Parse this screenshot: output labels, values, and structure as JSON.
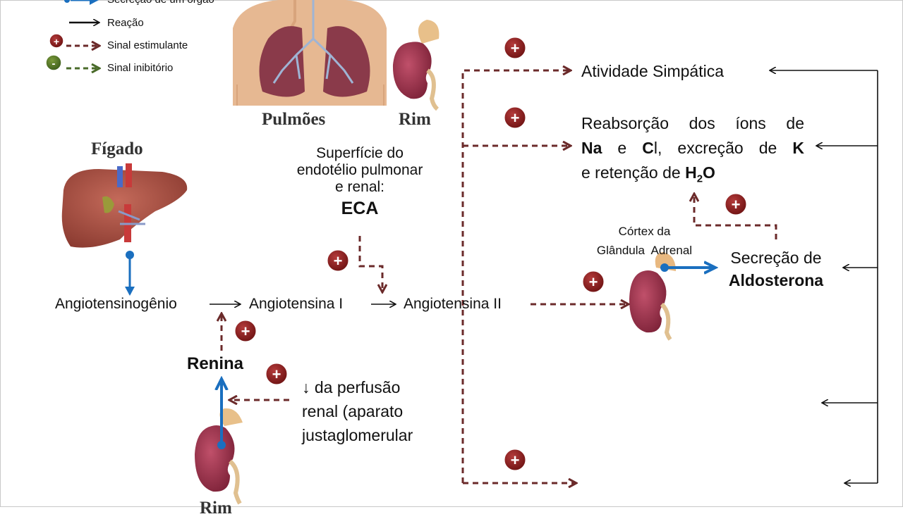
{
  "legend": {
    "secretion": "Secreção de um órgão",
    "reaction": "Reação",
    "stimulating": "Sinal estimulante",
    "inhibitory": "Sinal inibitório"
  },
  "organs": {
    "lungs": "Pulmões",
    "kidney_top": "Rim",
    "liver": "Fígado",
    "kidney_bottom": "Rim"
  },
  "endothelium": {
    "line1": "Superfície do",
    "line2": "endotélio pulmonar",
    "line3": "e renal:",
    "enzyme": "ECA"
  },
  "pathway": {
    "angiotensinogen": "Angiotensinogênio",
    "angiotensin1": "Angiotensina I",
    "angiotensin2": "Angiotensina II",
    "renin": "Renina"
  },
  "perfusion": {
    "line1": "↓ da perfusão",
    "line2": "renal (aparato",
    "line3": "justaglomerular"
  },
  "effects": {
    "sympathetic": "Atividade Simpática",
    "reabs_line1": "Reabsorção dos íons de",
    "na": "Na",
    "e1": " e ",
    "c": "C",
    "l": "l, excreção de ",
    "k": "K",
    "retention": "e retenção de ",
    "h": "H",
    "sub2": "2",
    "o": "O"
  },
  "adrenal": {
    "label1": "Córtex da",
    "label2": "Glândula  Adrenal",
    "secretion1": "Secreção de",
    "secretion2": "Aldosterona"
  },
  "badges": {
    "plus": "+",
    "minus": "-"
  },
  "colors": {
    "secretion_blue": "#1a6fbf",
    "stimulating_brown": "#6b2a2a",
    "inhibitory_green": "#4a6b2a",
    "badge_red": "#8b1a1a",
    "kidney": "#a0384a"
  }
}
